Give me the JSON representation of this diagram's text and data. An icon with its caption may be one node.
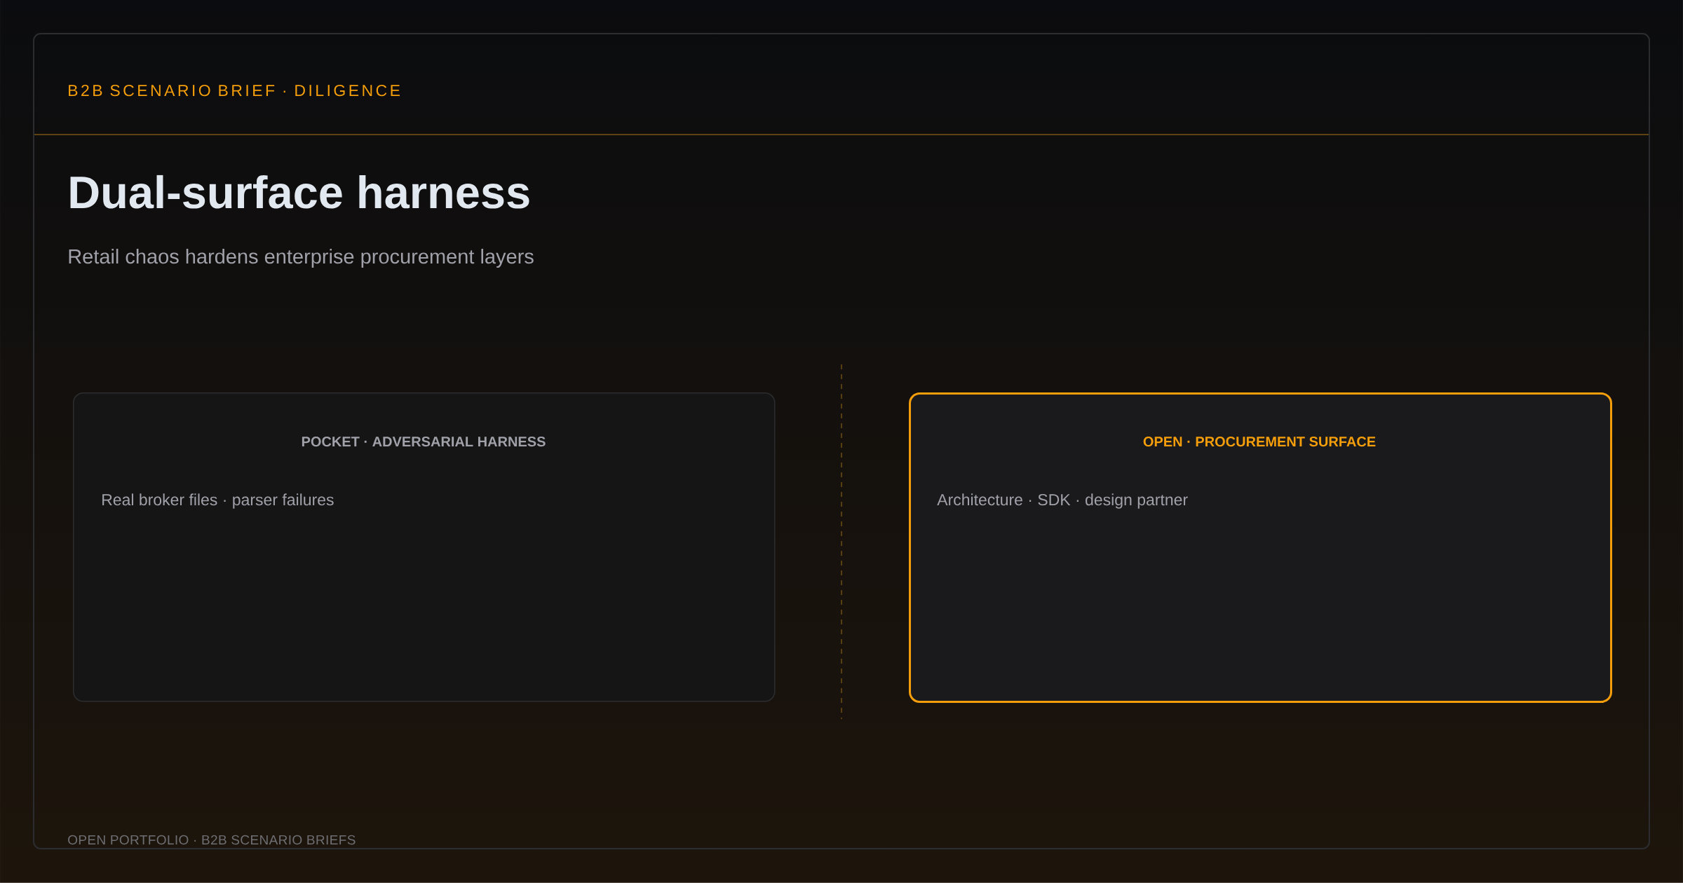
{
  "diagram": {
    "title": "Dual-surface harness",
    "nodes": [
      {
        "text": [
          "POCKET · ADVERSARIAL HARNESS",
          "Real broker files · parser failures"
        ]
      },
      {
        "text": [
          "OPEN · PROCUREMENT SURFACE",
          "Architecture · SDK · design partner"
        ]
      }
    ],
    "labels": [
      "B2B SCENARIO BRIEF · DILIGENCE",
      "Retail chaos hardens enterprise procurement layers",
      "OPEN PORTFOLIO · B2B SCENARIO BRIEFS"
    ]
  }
}
